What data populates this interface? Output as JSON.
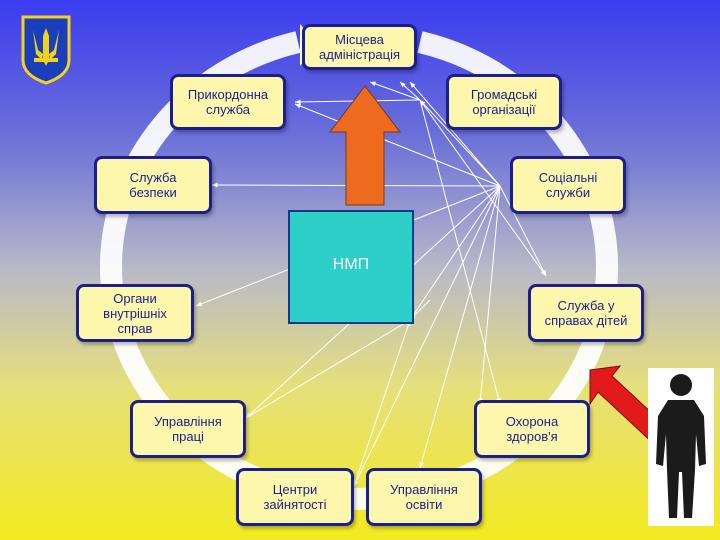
{
  "center": {
    "label": "НМП"
  },
  "nodes": [
    {
      "id": "local-admin",
      "label": "Місцева\nадміністрація"
    },
    {
      "id": "border-service",
      "label": "Прикордонна\nслужба"
    },
    {
      "id": "public-orgs",
      "label": "Громадські\nорганізації"
    },
    {
      "id": "security-service",
      "label": "Служба\nбезпеки"
    },
    {
      "id": "social-services",
      "label": "Соціальні\nслужби"
    },
    {
      "id": "internal-affairs",
      "label": "Органи\nвнутрішніх\nсправ"
    },
    {
      "id": "children-service",
      "label": "Служба у\nсправах дітей"
    },
    {
      "id": "labor-dept",
      "label": "Управління\nпраці"
    },
    {
      "id": "health-care",
      "label": "Охорона\nздоров'я"
    },
    {
      "id": "employment-centers",
      "label": "Центри\nзайнятості"
    },
    {
      "id": "education-dept",
      "label": "Управління\nосвіти"
    }
  ],
  "colors": {
    "node_fill": "#fcf7ad",
    "node_border": "#1c1f8a",
    "center_fill": "#2ecfc9",
    "up_arrow": "#ee6a1e",
    "side_arrow": "#e21a1a",
    "ring": "#ffffff"
  },
  "icons": {
    "emblem": "ukraine-trident-emblem-icon",
    "person": "person-silhouette-icon"
  }
}
